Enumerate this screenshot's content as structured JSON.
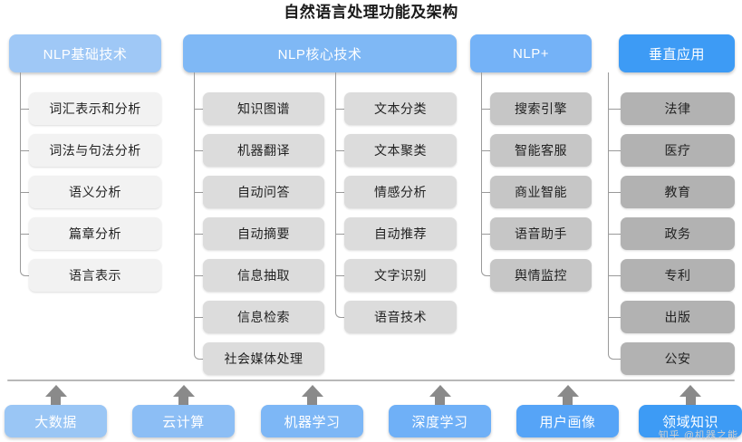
{
  "title": "自然语言处理功能及架构",
  "columns": [
    {
      "id": "nlp-basic",
      "header": "NLP基础技术",
      "header_color": "#9FC8F6",
      "leaf_color": "#F2F2F2",
      "items": [
        "词汇表示和分析",
        "词法与句法分析",
        "语义分析",
        "篇章分析",
        "语言表示"
      ]
    },
    {
      "id": "nlp-core-a",
      "header": "NLP核心技术",
      "header_color": "#7FB8F5",
      "leaf_color": "#DCDCDC",
      "items": [
        "知识图谱",
        "机器翻译",
        "自动问答",
        "自动摘要",
        "信息抽取",
        "信息检索",
        "社会媒体处理"
      ]
    },
    {
      "id": "nlp-core-b",
      "header": "",
      "header_color": "#7FB8F5",
      "leaf_color": "#DCDCDC",
      "items": [
        "文本分类",
        "文本聚类",
        "情感分析",
        "自动推荐",
        "文字识别",
        "语音技术"
      ]
    },
    {
      "id": "nlp-plus",
      "header": "NLP+",
      "header_color": "#74B2F7",
      "leaf_color": "#C6C6C6",
      "items": [
        "搜索引擎",
        "智能客服",
        "商业智能",
        "语音助手",
        "舆情监控"
      ]
    },
    {
      "id": "vertical-app",
      "header": "垂直应用",
      "header_color": "#3D9BF5",
      "leaf_color": "#B2B2B2",
      "items": [
        "法律",
        "医疗",
        "教育",
        "政务",
        "专利",
        "出版",
        "公安"
      ]
    }
  ],
  "foundation": {
    "items": [
      {
        "label": "大数据",
        "color": "#9AC6F5"
      },
      {
        "label": "云计算",
        "color": "#8CBEF5"
      },
      {
        "label": "机器学习",
        "color": "#7DB7F6"
      },
      {
        "label": "深度学习",
        "color": "#6FB0F7"
      },
      {
        "label": "用户画像",
        "color": "#56A4F7"
      },
      {
        "label": "领域知识",
        "color": "#3D9BF5"
      }
    ],
    "arrow_icon": "arrow-up-icon"
  },
  "watermark": "知乎 @机器之能"
}
